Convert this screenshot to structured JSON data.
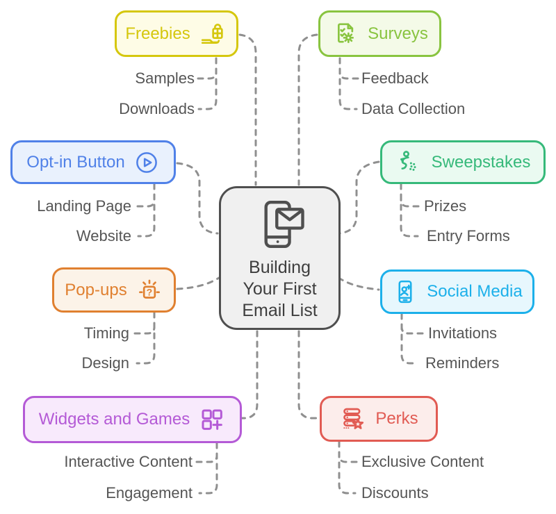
{
  "title": "Building Your First Email List",
  "colors": {
    "connector": "#8f8f8f",
    "center_border": "#4f4f4f",
    "center_bg": "#f0f0f0",
    "center_text": "#3e3e3e",
    "sublabel_text": "#555555"
  },
  "center": {
    "icon": "phone-email-icon",
    "label_lines": [
      "Building",
      "Your First",
      "Email List"
    ]
  },
  "branches": [
    {
      "label": "Freebies",
      "icon": "hand-gift-icon",
      "color": "#d5c70d",
      "bg": "#fefce6",
      "children": [
        "Samples",
        "Downloads"
      ]
    },
    {
      "label": "Surveys",
      "icon": "checklist-gear-icon",
      "color": "#89c440",
      "bg": "#f4fae8",
      "children": [
        "Feedback",
        "Data Collection"
      ]
    },
    {
      "label": "Opt-in Button",
      "icon": "play-circle-icon",
      "color": "#5081e8",
      "bg": "#e9f1fd",
      "children": [
        "Landing Page",
        "Website"
      ]
    },
    {
      "label": "Sweepstakes",
      "icon": "winner-confetti-icon",
      "color": "#36b97a",
      "bg": "#eafaf1",
      "children": [
        "Prizes",
        "Entry Forms"
      ]
    },
    {
      "label": "Pop-ups",
      "icon": "popup-question-icon",
      "color": "#e08030",
      "bg": "#fcf3e8",
      "children": [
        "Timing",
        "Design"
      ]
    },
    {
      "label": "Social Media",
      "icon": "phone-add-friend-icon",
      "color": "#1cb0ea",
      "bg": "#e7f7fd",
      "children": [
        "Invitations",
        "Reminders"
      ]
    },
    {
      "label": "Widgets and Games",
      "icon": "widgets-plus-icon",
      "color": "#b45ad6",
      "bg": "#f8eafc",
      "children": [
        "Interactive Content",
        "Engagement"
      ]
    },
    {
      "label": "Perks",
      "icon": "stack-star-icon",
      "color": "#e15b53",
      "bg": "#fcedeb",
      "children": [
        "Exclusive Content",
        "Discounts"
      ]
    }
  ]
}
